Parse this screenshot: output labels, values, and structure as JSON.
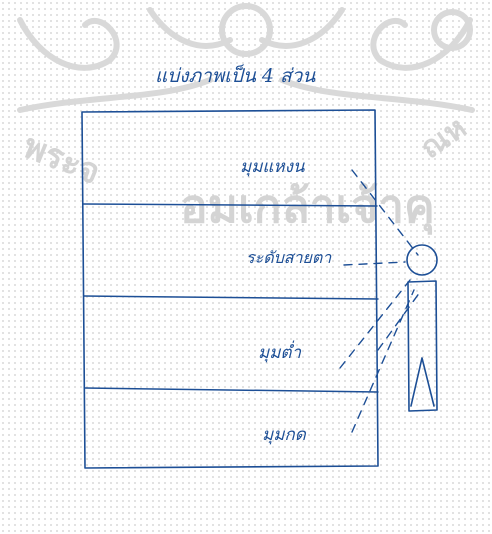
{
  "title": "แบ่งภาพเป็น 4 ส่วน",
  "sections": [
    {
      "label": "มุมแหงน"
    },
    {
      "label": "ระดับสายตา"
    },
    {
      "label": "มุมต่ำ"
    },
    {
      "label": "มุมกด"
    }
  ],
  "watermark": {
    "left_text": "พระจ",
    "center_text": "อมเกล้าเจ้าคุ",
    "right_text": "ณห"
  },
  "colors": {
    "ink": "#1d4f96",
    "watermark": "#d4d4d4",
    "dot_grid": "#c9c9c9"
  }
}
